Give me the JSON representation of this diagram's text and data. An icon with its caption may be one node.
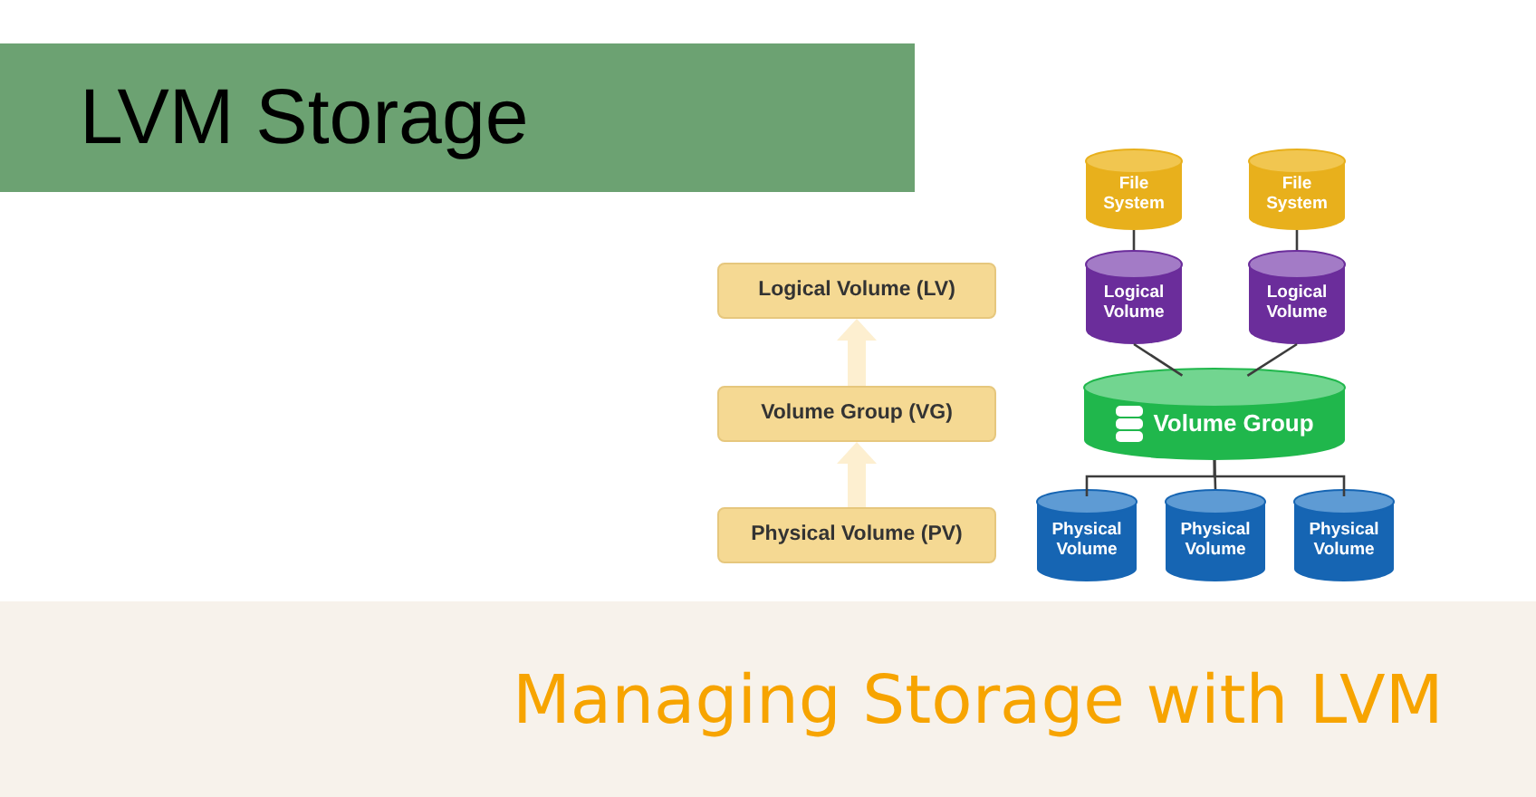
{
  "diagram": {
    "title": "LVM Storage",
    "caption": "Managing Storage with LVM",
    "nodes": [
      {
        "text": [
          "Logical Volume (LV)"
        ]
      },
      {
        "text": [
          "Volume Group (VG)"
        ]
      },
      {
        "text": [
          "Physical Volume (PV)"
        ]
      },
      {
        "text": [
          "File System"
        ]
      },
      {
        "text": [
          "File System"
        ]
      },
      {
        "text": [
          "Logical Volume"
        ]
      },
      {
        "text": [
          "Logical Volume"
        ]
      },
      {
        "text": [
          "Volume Group"
        ]
      },
      {
        "text": [
          "Physical Volume"
        ]
      },
      {
        "text": [
          "Physical Volume"
        ]
      },
      {
        "text": [
          "Physical Volume"
        ]
      }
    ],
    "edges": [
      {
        "from": 1,
        "to": 0,
        "arrow": "to",
        "style": "thick",
        "color": "#fdefd0"
      },
      {
        "from": 2,
        "to": 1,
        "arrow": "to",
        "style": "thick",
        "color": "#fdefd0"
      },
      {
        "from": 3,
        "to": 5,
        "arrow": "none"
      },
      {
        "from": 4,
        "to": 6,
        "arrow": "none"
      },
      {
        "from": 5,
        "to": 7,
        "arrow": "none"
      },
      {
        "from": 6,
        "to": 7,
        "arrow": "none"
      },
      {
        "from": 7,
        "to": 8,
        "arrow": "none"
      },
      {
        "from": 7,
        "to": 9,
        "arrow": "none"
      },
      {
        "from": 7,
        "to": 10,
        "arrow": "none"
      }
    ]
  }
}
